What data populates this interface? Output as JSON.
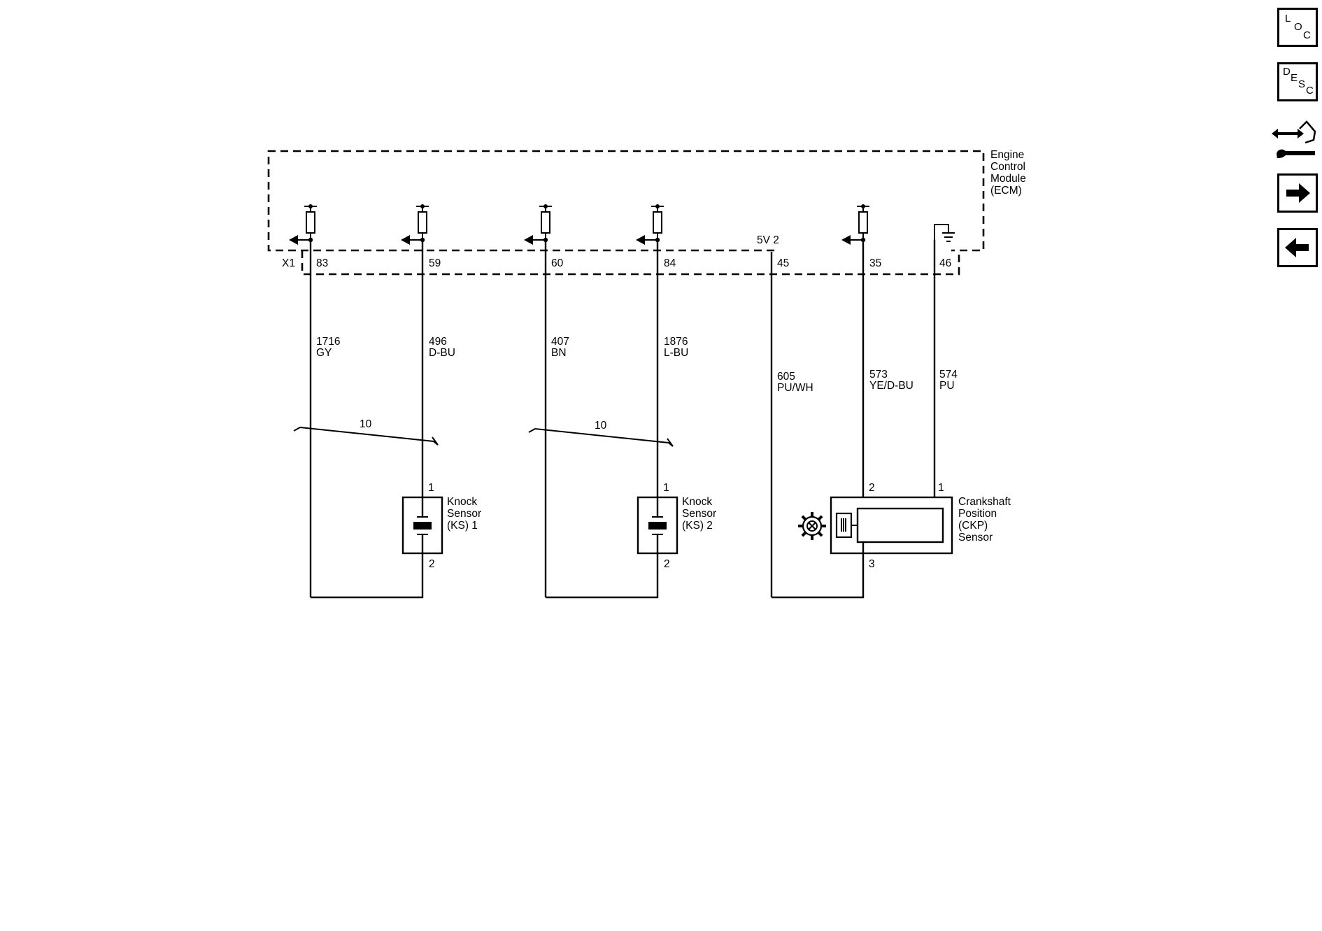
{
  "module": {
    "name_lines": [
      "Engine",
      "Control",
      "Module",
      "(ECM)"
    ],
    "connector": "X1",
    "supply_label": "5V 2"
  },
  "pins": [
    {
      "pin": "83",
      "circuit": "1716",
      "color": "GY"
    },
    {
      "pin": "59",
      "circuit": "496",
      "color": "D-BU"
    },
    {
      "pin": "60",
      "circuit": "407",
      "color": "BN"
    },
    {
      "pin": "84",
      "circuit": "1876",
      "color": "L-BU"
    },
    {
      "pin": "45",
      "circuit": "605",
      "color": "PU/WH"
    },
    {
      "pin": "35",
      "circuit": "573",
      "color": "YE/D-BU"
    },
    {
      "pin": "46",
      "circuit": "574",
      "color": "PU"
    }
  ],
  "twists": [
    {
      "label": "10"
    },
    {
      "label": "10"
    }
  ],
  "components": [
    {
      "name_lines": [
        "Knock",
        "Sensor",
        "(KS) 1"
      ],
      "pins": [
        "1",
        "2"
      ]
    },
    {
      "name_lines": [
        "Knock",
        "Sensor",
        "(KS) 2"
      ],
      "pins": [
        "1",
        "2"
      ]
    },
    {
      "name_lines": [
        "Crankshaft",
        "Position",
        "(CKP)",
        "Sensor"
      ],
      "pins": [
        "2",
        "1",
        "3"
      ]
    }
  ],
  "nav": {
    "loc": [
      "L",
      "O",
      "C"
    ],
    "desc": [
      "D",
      "E",
      "S",
      "C"
    ],
    "icons": [
      "connector-view-icon",
      "next-arrow-icon",
      "previous-arrow-icon"
    ]
  }
}
